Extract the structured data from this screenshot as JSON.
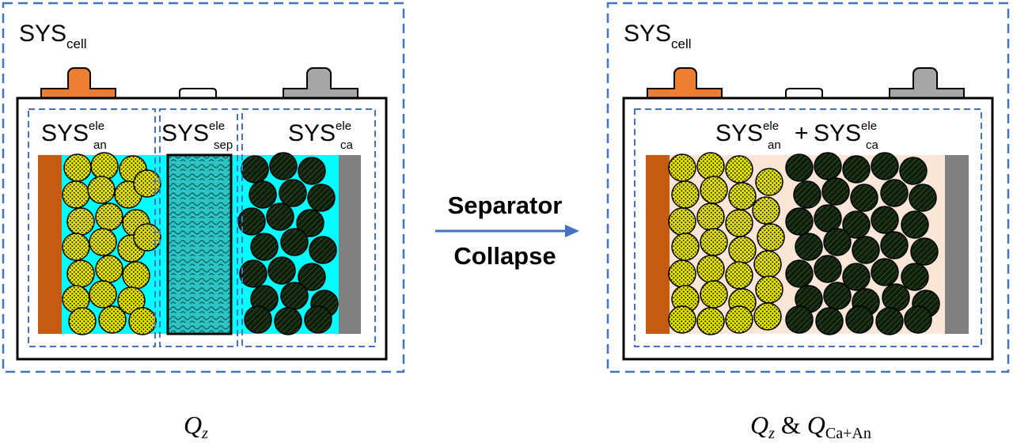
{
  "left_panel": {
    "system_label": {
      "main": "SYS",
      "sub": "cell"
    },
    "region_labels": {
      "anode": {
        "main": "SYS",
        "sup": "ele",
        "sub": "an"
      },
      "separator": {
        "main": "SYS",
        "sup": "ele",
        "sub": "sep"
      },
      "cathode": {
        "main": "SYS",
        "sup": "ele",
        "sub": "ca"
      }
    },
    "caption": {
      "q": "Q",
      "z": "z"
    }
  },
  "transition": {
    "line1": "Separator",
    "line2": "Collapse"
  },
  "right_panel": {
    "system_label": {
      "main": "SYS",
      "sub": "cell"
    },
    "combined_label": {
      "a_main": "SYS",
      "a_sup": "ele",
      "a_sub": "an",
      "plus": "+",
      "b_main": "SYS",
      "b_sup": "ele",
      "b_sub": "ca"
    },
    "caption": {
      "q1": "Q",
      "z": "z",
      "amp": " & ",
      "q2": "Q",
      "sub2": "Ca+An"
    }
  },
  "colors": {
    "dashed_border": "#4472c4",
    "anode_collector": "#c55a11",
    "cathode_collector": "#808080",
    "positive_terminal": "#ed7d31",
    "negative_terminal": "#a6a6a6",
    "electrolyte_left": "#00ffff",
    "electrolyte_right": "#fbe5d6",
    "separator_fill": "#2ec4c4",
    "anode_particle": "#e6e600",
    "cathode_particle": "#1f3d1f",
    "arrow": "#4472c4"
  }
}
